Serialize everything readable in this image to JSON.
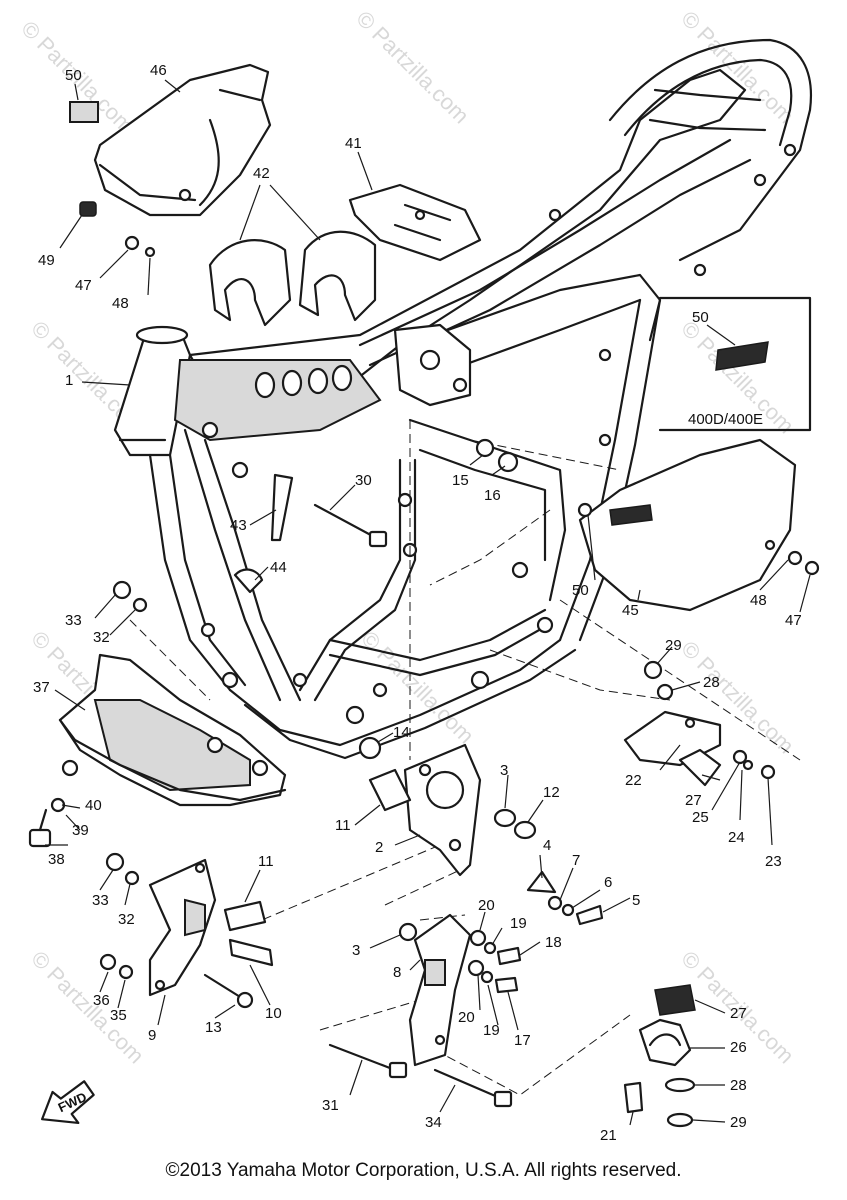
{
  "watermark_text": "© Partzilla.com",
  "variant_box_label": "400D/400E",
  "fwd_label": "FWD",
  "copyright": "©2013 Yamaha Motor Corporation, U.S.A. All rights reserved.",
  "callouts": {
    "c1": "1",
    "c2": "2",
    "c3a": "3",
    "c3b": "3",
    "c4": "4",
    "c5": "5",
    "c6": "6",
    "c7": "7",
    "c8": "8",
    "c9": "9",
    "c10": "10",
    "c11a": "11",
    "c11b": "11",
    "c12": "12",
    "c13": "13",
    "c14": "14",
    "c15": "15",
    "c16": "16",
    "c17": "17",
    "c18": "18",
    "c19a": "19",
    "c19b": "19",
    "c20a": "20",
    "c20b": "20",
    "c21": "21",
    "c22": "22",
    "c23": "23",
    "c24": "24",
    "c25": "25",
    "c26": "26",
    "c27a": "27",
    "c27b": "27",
    "c28a": "28",
    "c28b": "28",
    "c29a": "29",
    "c29b": "29",
    "c30": "30",
    "c31": "31",
    "c32a": "32",
    "c32b": "32",
    "c33a": "33",
    "c33b": "33",
    "c34": "34",
    "c35": "35",
    "c36": "36",
    "c37": "37",
    "c38": "38",
    "c39": "39",
    "c40": "40",
    "c41": "41",
    "c42": "42",
    "c43": "43",
    "c44": "44",
    "c45": "45",
    "c46": "46",
    "c47a": "47",
    "c47b": "47",
    "c48a": "48",
    "c48b": "48",
    "c49": "49",
    "c50a": "50",
    "c50b": "50",
    "c50c": "50"
  }
}
